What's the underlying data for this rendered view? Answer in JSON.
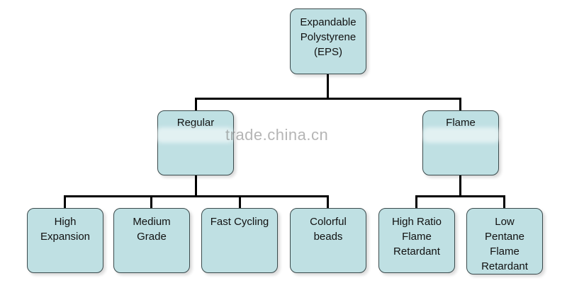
{
  "diagram": {
    "root": {
      "label": "Expandable\nPolystyrene\n(EPS)"
    },
    "groups": [
      {
        "label": "Regular",
        "children": [
          "High\nExpansion",
          "Medium\nGrade",
          "Fast Cycling",
          "Colorful\nbeads"
        ]
      },
      {
        "label": "Flame",
        "children": [
          "High Ratio\nFlame\nRetardant",
          "Low\nPentane\nFlame\nRetardant"
        ]
      }
    ]
  },
  "watermark": "trade.china.cn",
  "colors": {
    "box_fill": "#bfe0e3",
    "box_border": "#3a4a4c",
    "connector": "#000000"
  }
}
